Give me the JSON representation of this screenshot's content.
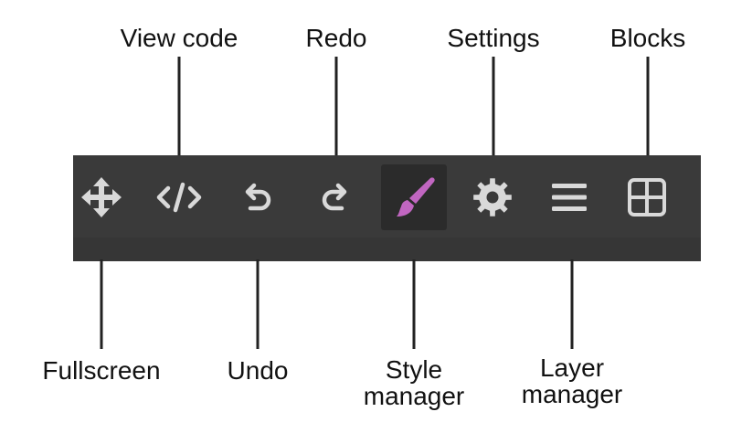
{
  "colors": {
    "toolbar_bg": "#3a3a3a",
    "icon_color": "#d9d9d9",
    "active_bg": "#2b2b2b",
    "accent": "#c166c1",
    "leader_line": "#222222"
  },
  "toolbar": {
    "buttons": [
      {
        "id": "fullscreen",
        "icon": "move-arrows-icon",
        "label": "Fullscreen",
        "active": false
      },
      {
        "id": "view-code",
        "icon": "code-icon",
        "label": "View code",
        "active": false
      },
      {
        "id": "undo",
        "icon": "undo-icon",
        "label": "Undo",
        "active": false
      },
      {
        "id": "redo",
        "icon": "redo-icon",
        "label": "Redo",
        "active": false
      },
      {
        "id": "style-manager",
        "icon": "paintbrush-icon",
        "label_line1": "Style",
        "label_line2": "manager",
        "active": true
      },
      {
        "id": "settings",
        "icon": "gear-icon",
        "label": "Settings",
        "active": false
      },
      {
        "id": "layer-manager",
        "icon": "bars-icon",
        "label_line1": "Layer",
        "label_line2": "manager",
        "active": false
      },
      {
        "id": "blocks",
        "icon": "grid-icon",
        "label": "Blocks",
        "active": false
      }
    ]
  }
}
